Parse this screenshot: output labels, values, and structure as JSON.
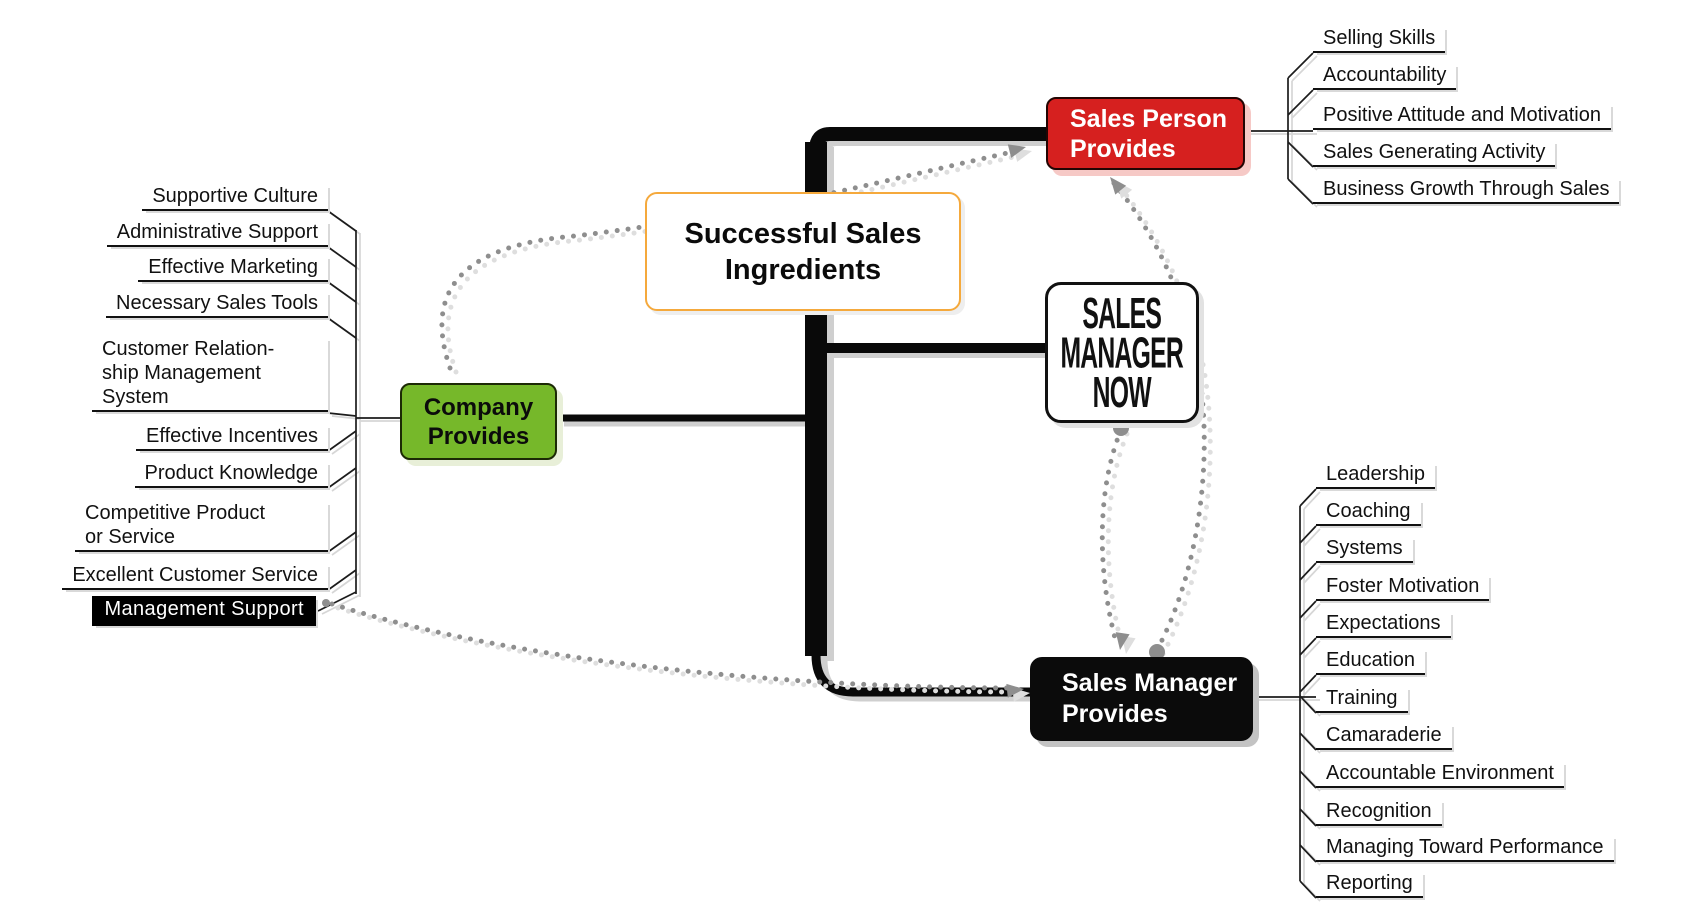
{
  "diagram": {
    "central_topic": "Successful Sales\nIngredients",
    "logo_label": "SALES\nMANAGER\nNOW",
    "colors": {
      "title_border_orange": "#f5a93c",
      "sales_person_red": "#d6201f",
      "company_green": "#76b82a",
      "sales_manager_black": "#0b0b0b",
      "relationship_dotted_gray": "#8e8e8e"
    },
    "branches": {
      "sales_person": {
        "label": "Sales Person\nProvides",
        "leaves": [
          "Selling Skills",
          "Accountability",
          "Positive Attitude and Motivation",
          "Sales Generating Activity",
          "Business Growth Through Sales"
        ]
      },
      "company": {
        "label": "Company\nProvides",
        "leaves": [
          "Supportive Culture",
          "Administrative Support",
          "Effective Marketing",
          "Necessary Sales Tools",
          "Customer Relation-\nship Management\nSystem",
          "Effective Incentives",
          "Product Knowledge",
          "Competitive Product\nor Service",
          "Excellent Customer Service",
          "Management Support"
        ],
        "highlighted_leaf": "Management Support"
      },
      "sales_manager": {
        "label": "Sales Manager\nProvides",
        "leaves": [
          "Leadership",
          "Coaching",
          "Systems",
          "Foster Motivation",
          "Expectations",
          "Education",
          "Training",
          "Camaraderie",
          "Accountable Environment",
          "Recognition",
          "Managing Toward Performance",
          "Reporting"
        ]
      }
    },
    "relationships": [
      {
        "from": "Company Provides",
        "to": "Sales Person Provides"
      },
      {
        "from": "Sales Manager Now logo",
        "to": "Sales Manager Provides"
      },
      {
        "from": "Sales Manager Provides",
        "to": "Sales Person Provides"
      },
      {
        "from": "Management Support",
        "to": "Sales Manager Provides"
      }
    ]
  }
}
